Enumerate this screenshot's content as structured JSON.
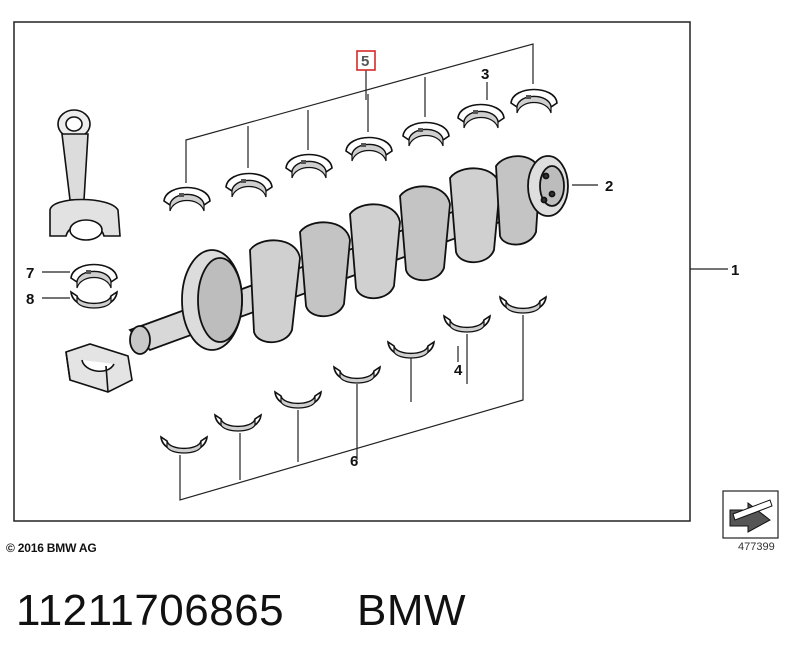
{
  "diagram": {
    "callouts": {
      "c1": "1",
      "c2": "2",
      "c3": "3",
      "c4": "4",
      "c5": "5",
      "c6": "6",
      "c7": "7",
      "c8": "8"
    },
    "highlight_color": "#d62828",
    "copyright": "© 2016 BMW AG",
    "diagram_id": "477399"
  },
  "footer": {
    "part_number": "11211706865",
    "brand": "BMW"
  }
}
